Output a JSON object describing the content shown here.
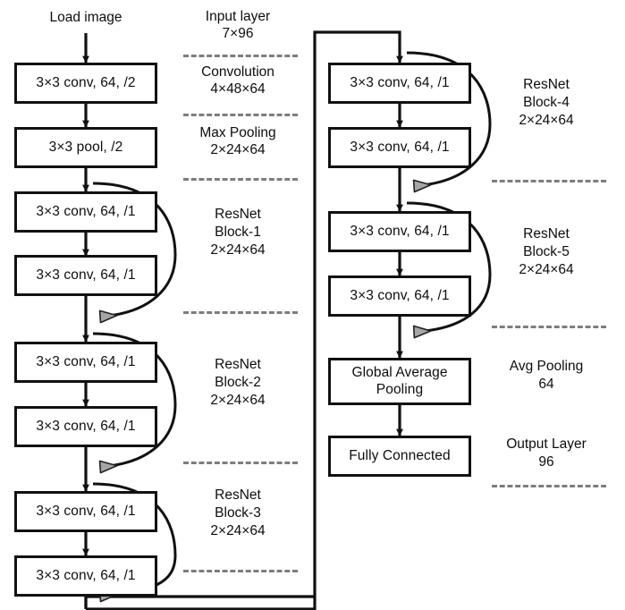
{
  "diagram": {
    "title": "ResNet CNN architecture block diagram",
    "colors": {
      "box_border": "#111111",
      "box_fill": "#ffffff",
      "arrow": "#111111",
      "skip_arrow_fill": "#a6a6a6",
      "divider": "#7d7d7d",
      "text": "#0d0d0d",
      "background": "#ffffff"
    },
    "entry_caption": "Load image",
    "left_column": {
      "blocks": [
        {
          "id": "conv1",
          "label": "3×3 conv, 64, /2"
        },
        {
          "id": "pool1",
          "label": "3×3 pool, /2"
        },
        {
          "id": "b1conv1",
          "label": "3×3 conv, 64, /1"
        },
        {
          "id": "b1conv2",
          "label": "3×3 conv, 64, /1"
        },
        {
          "id": "b2conv1",
          "label": "3×3 conv, 64, /1"
        },
        {
          "id": "b2conv2",
          "label": "3×3 conv, 64, /1"
        },
        {
          "id": "b3conv1",
          "label": "3×3 conv, 64, /1"
        },
        {
          "id": "b3conv2",
          "label": "3×3 conv, 64, /1"
        }
      ],
      "annotations": [
        {
          "id": "input-layer",
          "name": "Input layer",
          "shape": "7×96"
        },
        {
          "id": "convolution",
          "name": "Convolution",
          "shape": "4×48×64"
        },
        {
          "id": "max-pooling",
          "name": "Max Pooling",
          "shape": "2×24×64"
        },
        {
          "id": "resnet-block-1",
          "name": "ResNet\nBlock-1",
          "shape": "2×24×64"
        },
        {
          "id": "resnet-block-2",
          "name": "ResNet\nBlock-2",
          "shape": "2×24×64"
        },
        {
          "id": "resnet-block-3",
          "name": "ResNet\nBlock-3",
          "shape": "2×24×64"
        }
      ]
    },
    "right_column": {
      "blocks": [
        {
          "id": "b4conv1",
          "label": "3×3 conv, 64, /1"
        },
        {
          "id": "b4conv2",
          "label": "3×3 conv, 64, /1"
        },
        {
          "id": "b5conv1",
          "label": "3×3 conv, 64, /1"
        },
        {
          "id": "b5conv2",
          "label": "3×3 conv, 64, /1"
        },
        {
          "id": "gap",
          "label": "Global Average\nPooling"
        },
        {
          "id": "fc",
          "label": "Fully Connected"
        }
      ],
      "annotations": [
        {
          "id": "resnet-block-4",
          "name": "ResNet\nBlock-4",
          "shape": "2×24×64"
        },
        {
          "id": "resnet-block-5",
          "name": "ResNet\nBlock-5",
          "shape": "2×24×64"
        },
        {
          "id": "avg-pooling",
          "name": "Avg Pooling",
          "shape": "64"
        },
        {
          "id": "output-layer",
          "name": "Output Layer",
          "shape": "96"
        }
      ]
    }
  }
}
